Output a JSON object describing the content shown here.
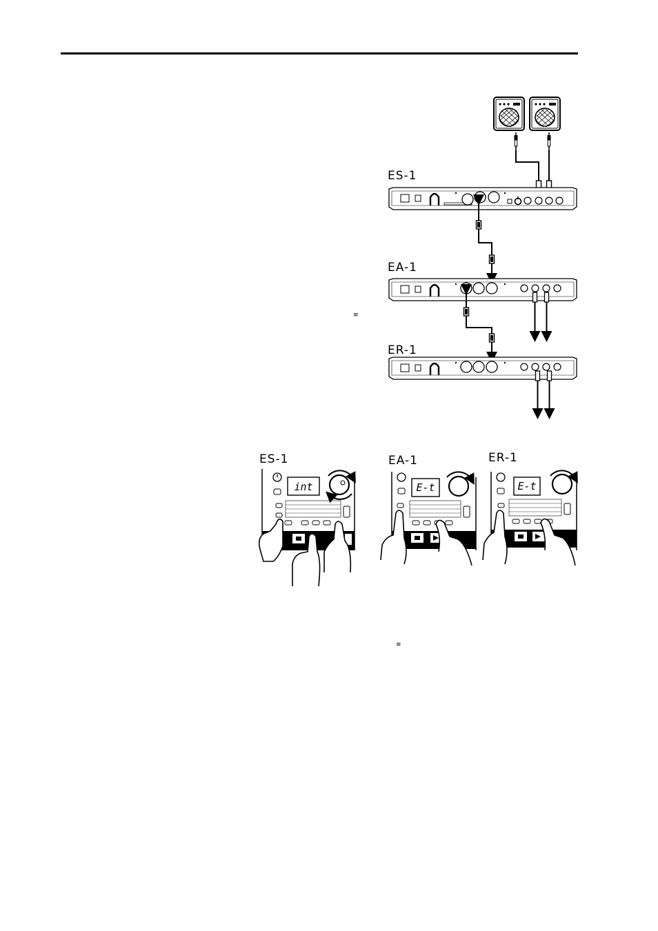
{
  "connection_diagram": {
    "devices": [
      {
        "label": "ES-1"
      },
      {
        "label": "EA-1"
      },
      {
        "label": "ER-1"
      }
    ]
  },
  "panel_diagram": {
    "panels": [
      {
        "label": "ES-1",
        "display": "int"
      },
      {
        "label": "EA-1",
        "display": "E-t"
      },
      {
        "label": "ER-1",
        "display": "E-t"
      }
    ]
  },
  "margin_marks": [
    "≡",
    "≡"
  ]
}
